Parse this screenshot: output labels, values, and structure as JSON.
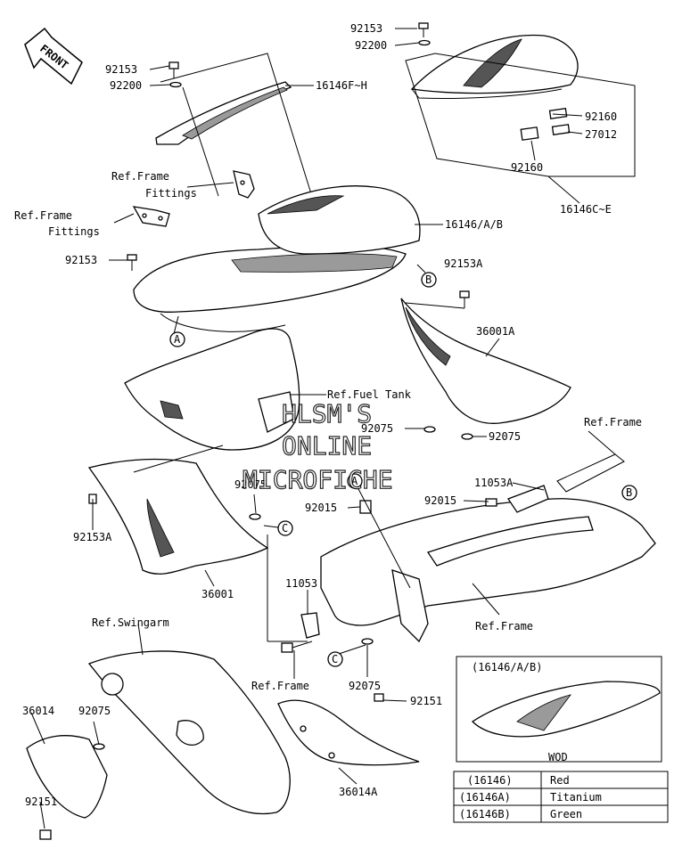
{
  "front_arrow": "FRONT",
  "watermark": [
    "HLSM'S",
    "ONLINE",
    "MICROFICHE"
  ],
  "callouts": {
    "A": "A",
    "B": "B",
    "C": "C"
  },
  "labels": {
    "p92153_top": "92153",
    "p92200_top": "92200",
    "p92153_left": "92153",
    "p92200_left": "92200",
    "p16146FH": "16146F~H",
    "p92160_a": "92160",
    "p27012": "27012",
    "p92160_b": "92160",
    "p16146CE": "16146C~E",
    "ref_frame_fittings_1a": "Ref.Frame",
    "ref_frame_fittings_1b": "Fittings",
    "ref_frame_fittings_2a": "Ref.Frame",
    "ref_frame_fittings_2b": "Fittings",
    "p16146AB": "16146/A/B",
    "p92153_mid": "92153",
    "p92153A_right": "92153A",
    "p36001A": "36001A",
    "ref_fuel_tank": "Ref.Fuel Tank",
    "p92075_a": "92075",
    "p92075_b": "92075",
    "ref_frame_1": "Ref.Frame",
    "p92153A_left": "92153A",
    "p92075_c": "92075",
    "p11053A": "11053A",
    "p92015_a": "92015",
    "p92015_b": "92015",
    "p36001": "36001",
    "p11053": "11053",
    "ref_frame_2": "Ref.Frame",
    "ref_swingarm": "Ref.Swingarm",
    "ref_frame_3": "Ref.Frame",
    "p92075_d": "92075",
    "p36014": "36014",
    "p92075_e": "92075",
    "p92151_right": "92151",
    "p92151_left": "92151",
    "p36014A": "36014A"
  },
  "inset": {
    "title": "(16146/A/B)",
    "caption": "WOD"
  },
  "color_table": [
    {
      "part": "(16146)",
      "color": "Red"
    },
    {
      "part": "(16146A)",
      "color": "Titanium"
    },
    {
      "part": "(16146B)",
      "color": "Green"
    }
  ]
}
